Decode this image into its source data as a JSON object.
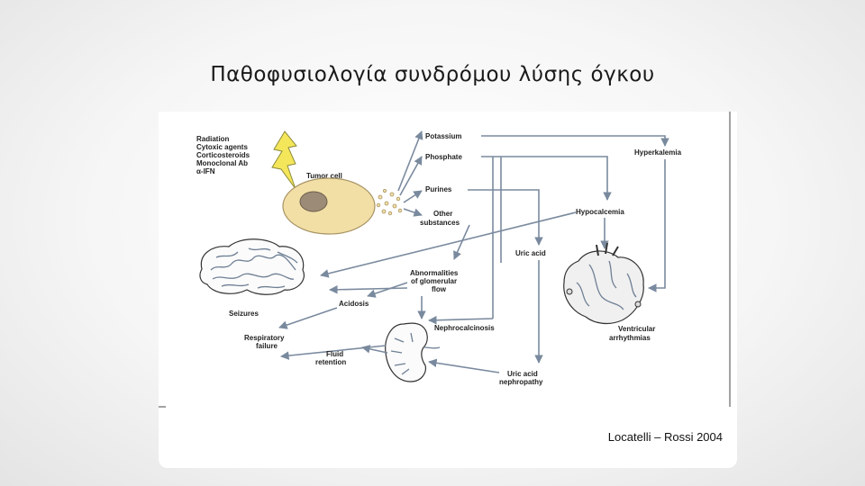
{
  "slide": {
    "title": "Παθοφυσιολογία συνδρόμου λύσης όγκου",
    "credit": "Locatelli – Rossi 2004"
  },
  "diagram": {
    "triggers": [
      "Radiation",
      "Cytoxic agents",
      "Corticosteroids",
      "Monoclonal Ab",
      "α-IFN"
    ],
    "tumor_cell": "Tumor cell",
    "released": {
      "potassium": "Potassium",
      "phosphate": "Phosphate",
      "purines": "Purines",
      "other_1": "Other",
      "other_2": "substances"
    },
    "effects": {
      "hyperkalemia": "Hyperkalemia",
      "hypocalcemia": "Hypocalcemia",
      "uric_acid": "Uric acid",
      "abnormalities_1": "Abnormalities",
      "abnormalities_2": "of glomerular",
      "abnormalities_3": "flow",
      "acidosis": "Acidosis",
      "seizures": "Seizures",
      "respiratory_1": "Respiratory",
      "respiratory_2": "failure",
      "fluid_1": "Fluid",
      "fluid_2": "retention",
      "nephrocalcinosis": "Nephrocalcinosis",
      "uric_nephro_1": "Uric acid",
      "uric_nephro_2": "nephropathy",
      "ventricular_1": "Ventricular",
      "ventricular_2": "arrhythmias"
    },
    "colors": {
      "arrow": "#7a8a9e",
      "cell_fill": "#f2dfa6",
      "nucleus_fill": "#9c8b76"
    }
  }
}
